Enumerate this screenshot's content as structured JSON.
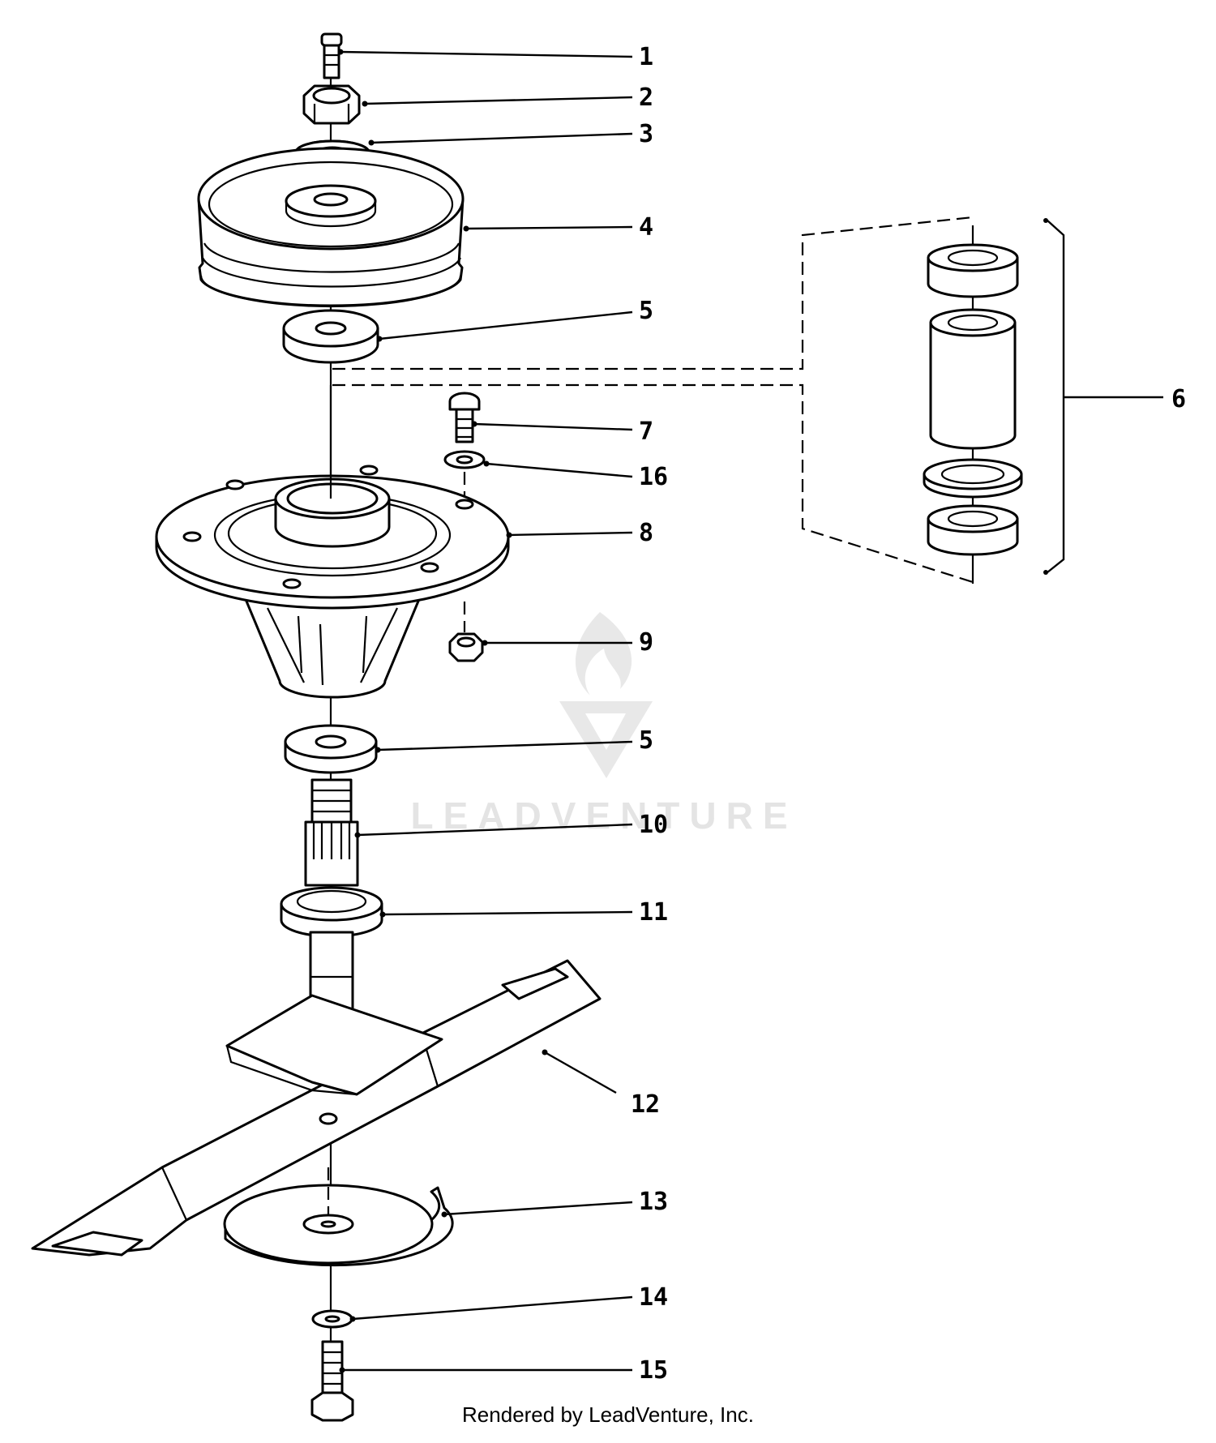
{
  "diagram": {
    "callouts": [
      "1",
      "2",
      "3",
      "4",
      "5",
      "6",
      "7",
      "16",
      "8",
      "9",
      "5",
      "10",
      "11",
      "12",
      "13",
      "14",
      "15"
    ],
    "watermark": "LEADVENTURE",
    "footer": "Rendered by LeadVenture, Inc."
  }
}
